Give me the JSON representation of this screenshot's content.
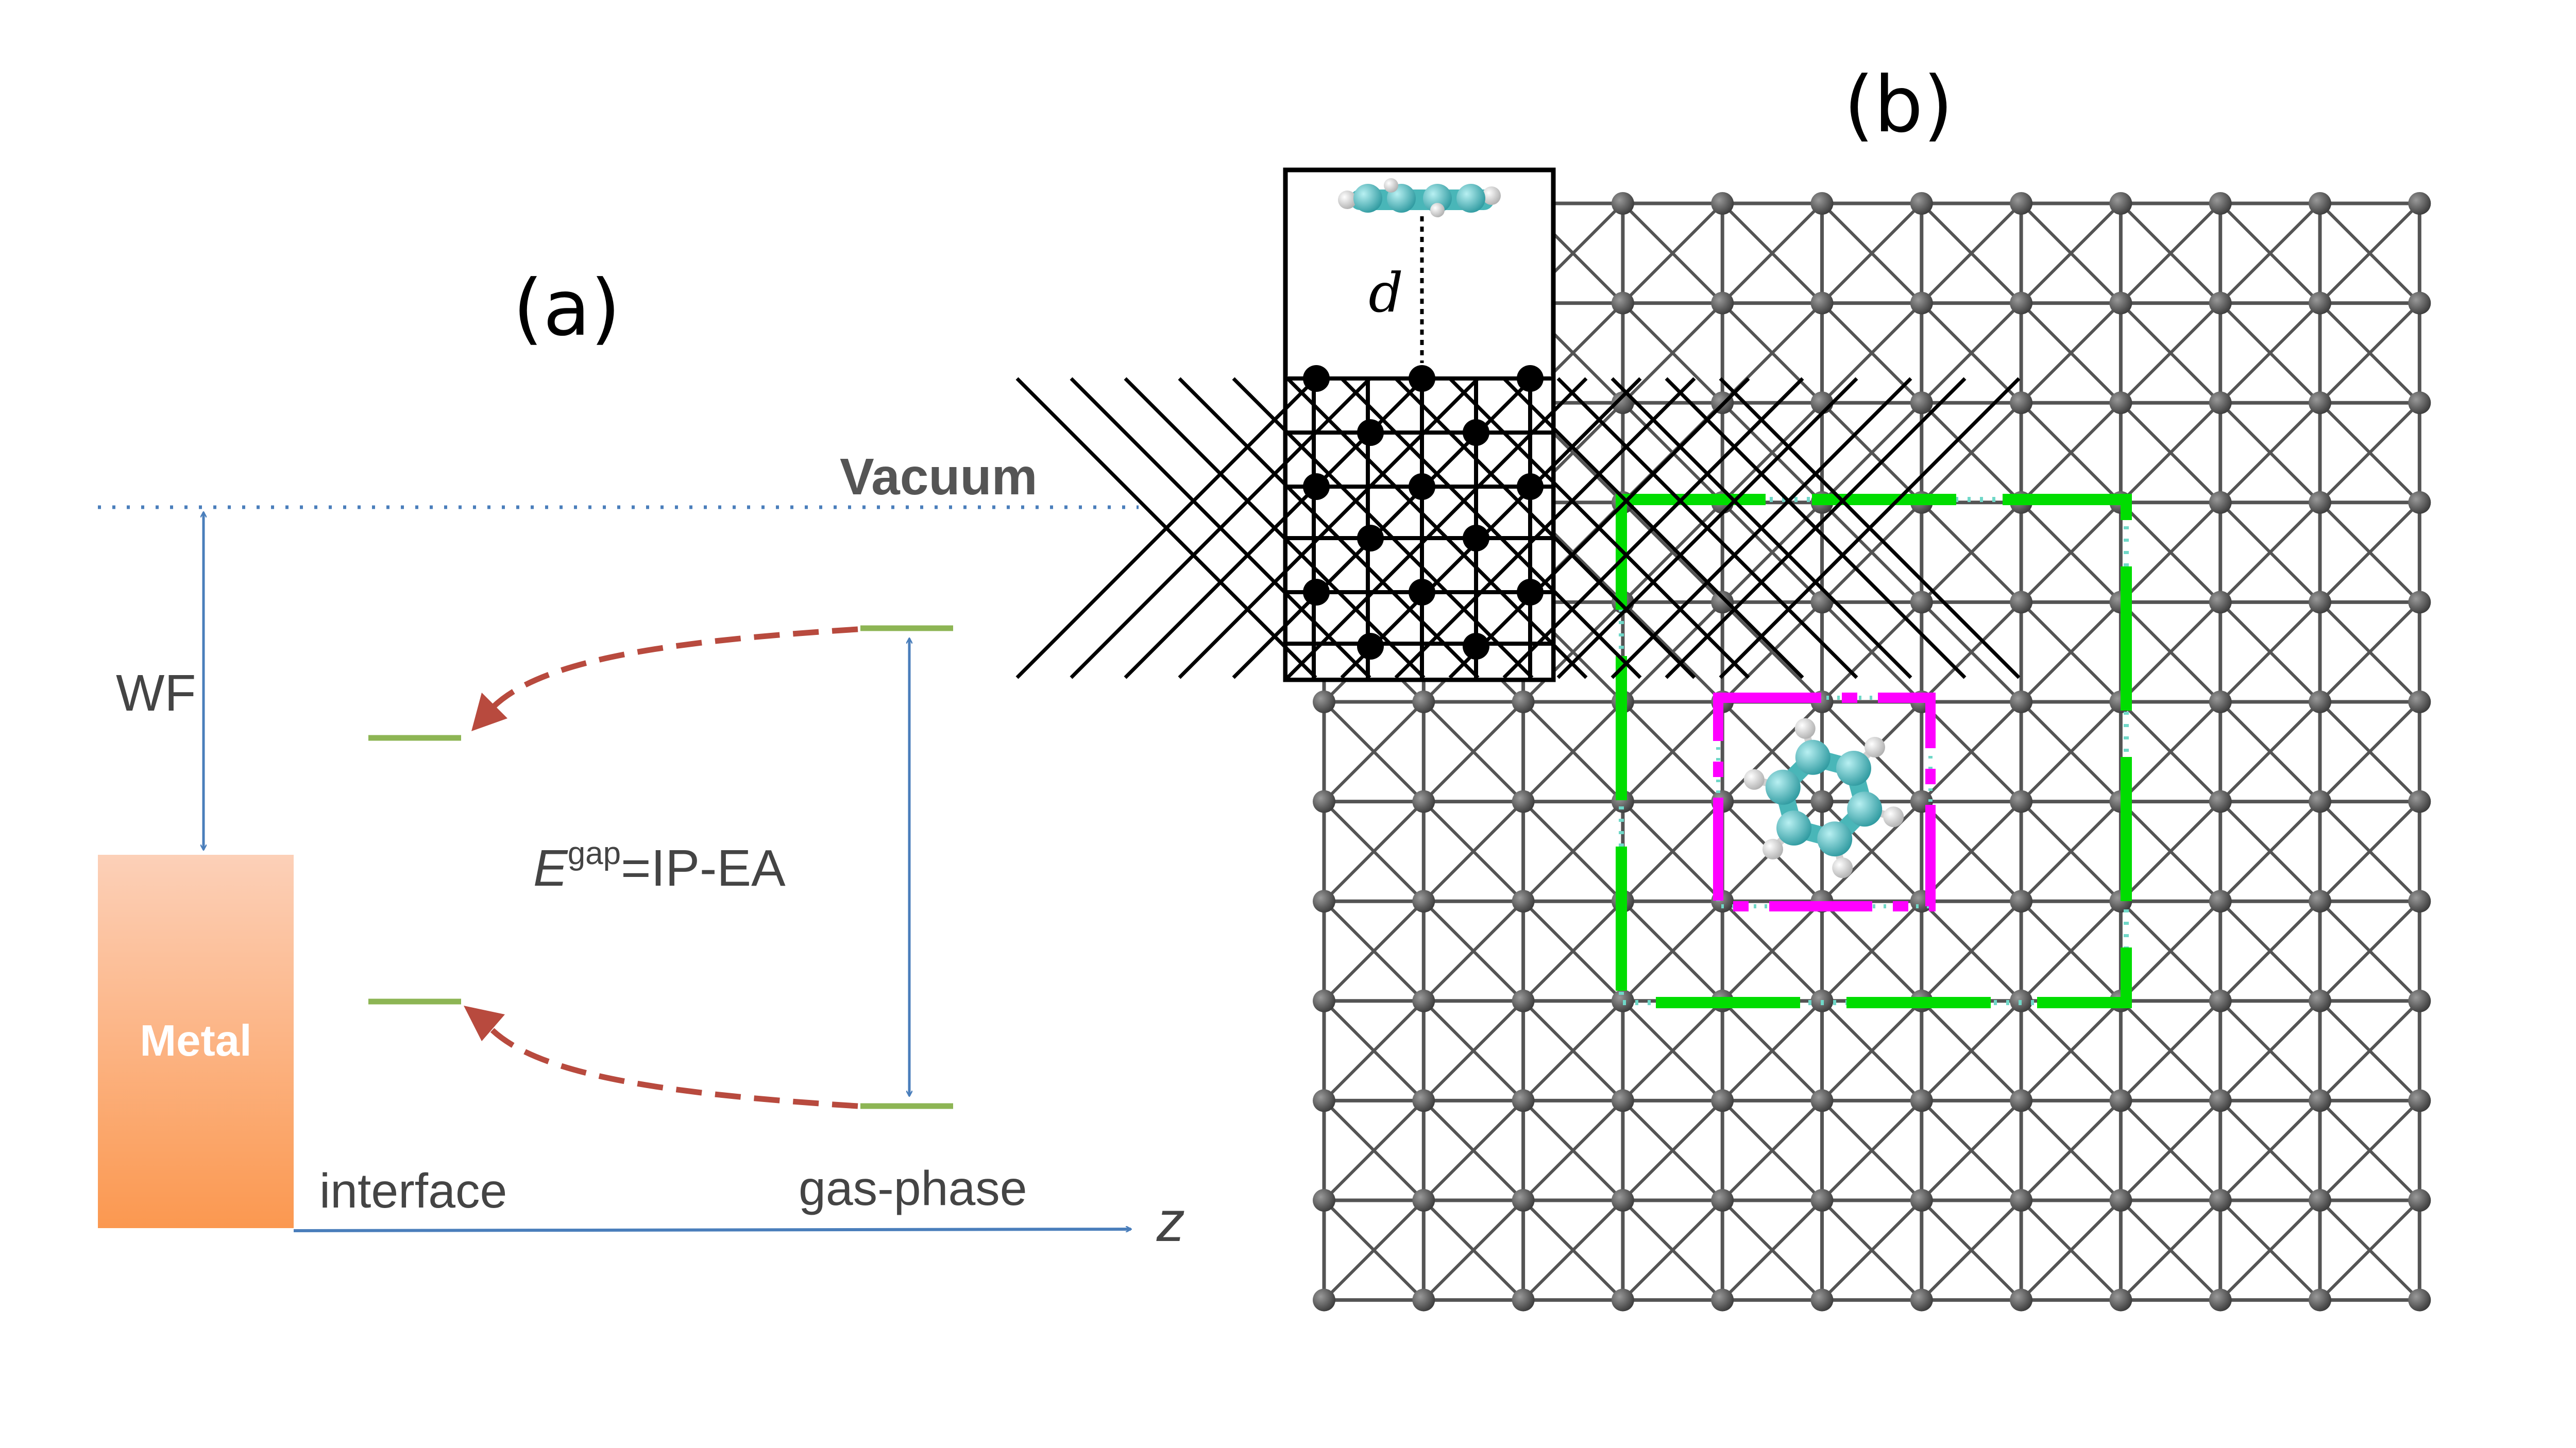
{
  "panel_a": {
    "label": "(a)",
    "vacuum_label": "Vacuum",
    "wf_label": "WF",
    "metal_label": "Metal",
    "gap_label": {
      "E": "E",
      "sup": "gap",
      "rest": "=IP-EA"
    },
    "interface_label": "interface",
    "gasphase_label": "gas-phase",
    "axis_label": "z",
    "colors": {
      "axis": "#4a7ebb",
      "level": "#8db554",
      "renorm_arrow": "#b84a3e",
      "metal_top": "#fcd0b8",
      "metal_bottom": "#fb9850",
      "text": "#444444"
    }
  },
  "panel_b": {
    "label": "(b)",
    "distance_label": "d",
    "colors": {
      "lattice": "#545454",
      "outer_cell": "#00dd00",
      "inner_cell": "#ff00ff",
      "cell_dots": "#70d8c8",
      "carbon": "#49b6b8",
      "hydrogen": "#f0f0f0"
    },
    "lattice_rows": 12,
    "lattice_cols": 12
  }
}
